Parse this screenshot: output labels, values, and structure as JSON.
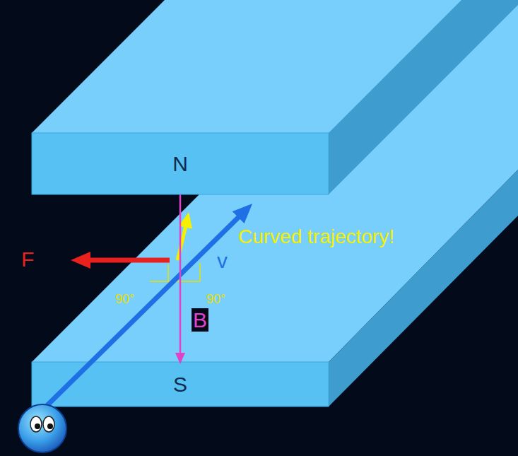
{
  "diagram": {
    "nodes": [
      {
        "text": [
          "N"
        ]
      },
      {
        "text": [
          "S"
        ]
      }
    ],
    "edges": [
      {
        "from": 0,
        "to": 1,
        "arrow": "to",
        "label": "B"
      }
    ],
    "labels": [
      "F",
      "v",
      "Curved trajectory!",
      "90°",
      "90°"
    ]
  }
}
